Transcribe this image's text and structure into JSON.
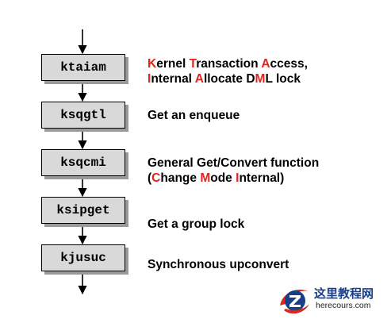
{
  "nodes": [
    {
      "label": "ktaiam"
    },
    {
      "label": "ksqgtl"
    },
    {
      "label": "ksqcmi"
    },
    {
      "label": "ksipget"
    },
    {
      "label": "kjusuc"
    }
  ],
  "descriptions": [
    {
      "lines": [
        [
          {
            "t": "K",
            "hl": true
          },
          {
            "t": "ernel ",
            "hl": false
          },
          {
            "t": "T",
            "hl": true
          },
          {
            "t": "ransaction ",
            "hl": false
          },
          {
            "t": "A",
            "hl": true
          },
          {
            "t": "ccess,",
            "hl": false
          }
        ],
        [
          {
            "t": "I",
            "hl": true
          },
          {
            "t": "nternal ",
            "hl": false
          },
          {
            "t": "A",
            "hl": true
          },
          {
            "t": "llocate D",
            "hl": false
          },
          {
            "t": "M",
            "hl": true
          },
          {
            "t": "L lock",
            "hl": false
          }
        ]
      ]
    },
    {
      "lines": [
        [
          {
            "t": "Get an enqueue",
            "hl": false
          }
        ]
      ]
    },
    {
      "lines": [
        [
          {
            "t": "General Get/Convert function",
            "hl": false
          }
        ],
        [
          {
            "t": "(",
            "hl": false
          },
          {
            "t": "C",
            "hl": true
          },
          {
            "t": "hange ",
            "hl": false
          },
          {
            "t": "M",
            "hl": true
          },
          {
            "t": "ode ",
            "hl": false
          },
          {
            "t": "I",
            "hl": true
          },
          {
            "t": "nternal)",
            "hl": false
          }
        ]
      ]
    },
    {
      "lines": [
        [
          {
            "t": "Get a group lock",
            "hl": false
          }
        ]
      ]
    },
    {
      "lines": [
        [
          {
            "t": "Synchronous upconvert",
            "hl": false
          }
        ]
      ]
    }
  ],
  "colors": {
    "highlight": "#e3231b",
    "node_fill": "#d9d9d9",
    "shadow": "#9a9a9a",
    "watermark_blue": "#1a3f8a",
    "watermark_red": "#d42a20"
  },
  "watermark": {
    "site_cn": "这里教程网",
    "url": "herecours.com",
    "icon": "z-logo-icon"
  }
}
